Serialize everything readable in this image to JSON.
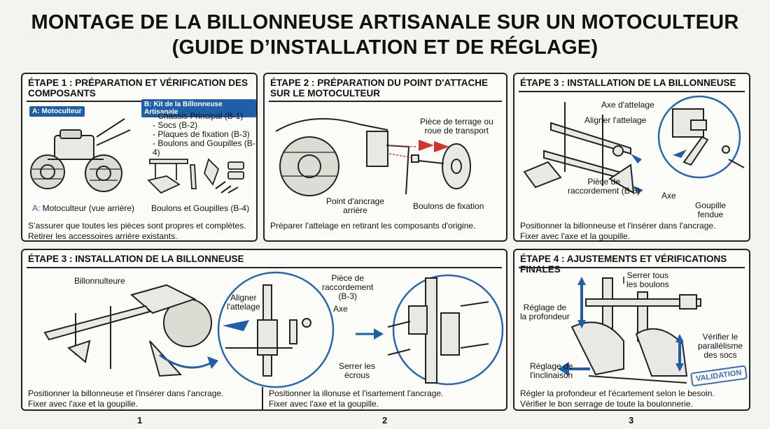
{
  "title": {
    "line1": "MONTAGE DE LA BILLONNEUSE ARTISANALE SUR UN MOTOCULTEUR",
    "line2": "(GUIDE D’INSTALLATION ET DE RÉGLAGE)"
  },
  "panel1": {
    "heading_l1": "ÉTAPE 1 : PRÉPARATION ET VÉRIFICATION DES",
    "heading_l2": "COMPOSANTS",
    "tag_a": "A: Motoculteur",
    "tag_b": "B: Kit de la Billonneuse Artisanale",
    "list": [
      "- Châssis Principal (B-1)",
      "- Socs (B-2)",
      "- Plaques de fixation (B-3)",
      "- Boulons and Goupilles (B-4)"
    ],
    "label_a_prefix": "A:",
    "label_a": " Motoculteur (vue arrière)",
    "label_b4": "Boulons et Goupilles (B-4)",
    "caption_l1": "S’assurer que toutes les pièces sont propres et complètes.",
    "caption_l2": "Retirer les accessoires arrière existants."
  },
  "panel2": {
    "heading_l1": "ÉTAPE 2 : PRÉPARATION DU POINT D'ATTACHE",
    "heading_l2": "SUR LE MOTOCULTEUR",
    "label_piece_l1": "Pièce de terrage ou",
    "label_piece_l2": "roue de transport",
    "label_point_l1": "Point d'ancrage",
    "label_point_l2": "arrière",
    "label_boulons": "Boulons de fixation",
    "caption": "Préparer l'attelage en retirant les composants d'origine."
  },
  "panel3": {
    "heading": "ÉTAPE 3 : INSTALLATION DE LA BILLONNEUSE",
    "label_axe_attelage": "Axe d'attelage",
    "label_aligner": "Aligner l'attelage",
    "label_piece_l1": "Pièce de",
    "label_piece_l2": "raccordement (B-3)",
    "label_axe": "Axe",
    "label_goupille_l1": "Goupille",
    "label_goupille_l2": "fendue",
    "caption_l1": "Positionner la billonneuse et l'insérer dans l'ancrage.",
    "caption_l2": "Fixer avec l'axe et la goupille."
  },
  "panel4": {
    "heading": "ÉTAPE 3 : INSTALLATION DE LA BILLONNEUSE",
    "label_billon": "Billonnulteure",
    "label_aligner_l1": "Aligner",
    "label_aligner_l2": "l'attelage",
    "label_piece_l1": "Pièce de",
    "label_piece_l2": "raccordement",
    "label_piece_l3": "(B-3)",
    "label_axe": "Axe",
    "label_serrer_l1": "Serrer les",
    "label_serrer_l2": "écrous",
    "caption_left_l1": "Positionner la billonneuse et l'insérer dans l'ancrage.",
    "caption_left_l2": "Fixer avec l'axe et la goupille.",
    "caption_right_l1": "Positionner la illonuse et l'isartement l'ancrage.",
    "caption_right_l2": "Fixer avec l'axe et la goupille."
  },
  "panel5": {
    "heading": "ÉTAPE 4 : AJUSTEMENTS ET VÉRIFICATIONS FINALES",
    "label_serrer_l1": "Serrer tous",
    "label_serrer_l2": "les boulons",
    "label_prof_l1": "Réglage de",
    "label_prof_l2": "la profondeur",
    "label_verif_l1": "Vérifier le",
    "label_verif_l2": "parallélisme",
    "label_verif_l3": "des socs",
    "label_incl_l1": "Réglage de",
    "label_incl_l2": "l'inclinaison",
    "stamp": "VALIDATION",
    "caption_l1": "Régler la profondeur et l'écartement selon le besoin.",
    "caption_l2": "Vérifier le bon serrage de toute la boulonnerie."
  },
  "page_numbers": [
    "1",
    "2",
    "3"
  ],
  "colors": {
    "accent": "#1e5fa8",
    "arrow_red": "#d8312b",
    "ink": "#222222"
  }
}
